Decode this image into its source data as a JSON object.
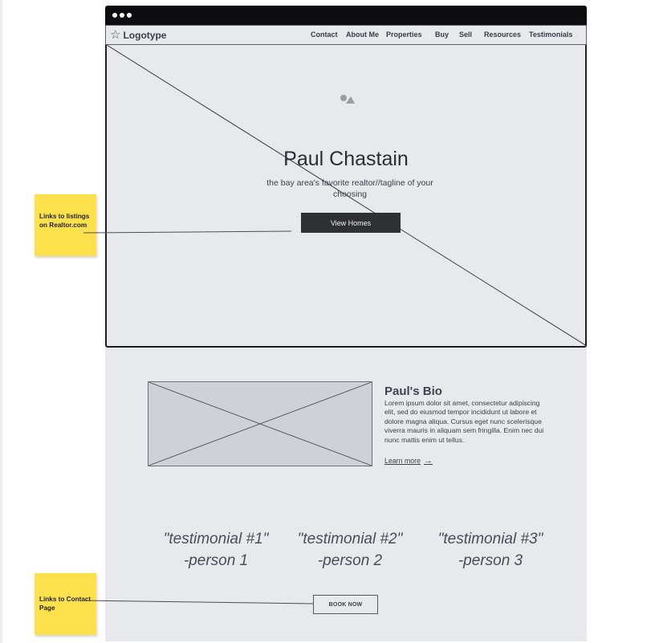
{
  "nav": {
    "logo": "Logotype",
    "links": [
      "Contact",
      "About Me",
      "Properties",
      "Buy",
      "Sell",
      "Resources",
      "Testimonials"
    ]
  },
  "hero": {
    "title": "Paul Chastain",
    "tagline": "the bay area's favorite realtor//tagline of your choosing",
    "button": "View Homes"
  },
  "bio": {
    "title": "Paul's Bio",
    "text": "Lorem ipsum dolor sit amet, consectetur adipiscing elit, sed do eiusmod tempor incididunt ut labore et dolore magna aliqua. Cursus eget nunc scelerisque viverra mauris in aliquam sem fringilla. Enim nec dui nunc mattis enim ut tellus.",
    "link": "Learn more"
  },
  "testimonials": [
    {
      "quote": "\"testimonial #1\"",
      "person": "-person 1"
    },
    {
      "quote": "\"testimonial #2\"",
      "person": "-person 2"
    },
    {
      "quote": "\"testimonial #3\"",
      "person": "-person 3"
    }
  ],
  "cta": {
    "button": "BOOK NOW"
  },
  "notes": [
    {
      "text": "Links to listings on Realtor.com"
    },
    {
      "text": "Links to Contact Page"
    }
  ],
  "icons": [
    "star-icon",
    "image-placeholder-icon",
    "arrow-right-icon"
  ]
}
